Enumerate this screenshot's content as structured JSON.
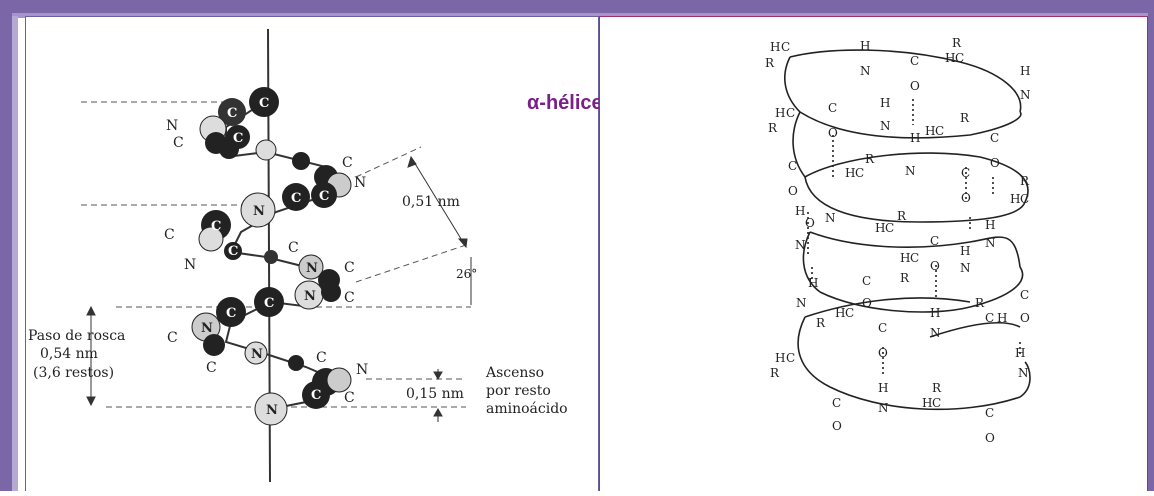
{
  "title": "α-hélice",
  "labels": {
    "dist1": "0,51  nm",
    "angle": "26°",
    "paso_line1": "Paso de rosca",
    "paso_line2": "0,54  nm",
    "paso_line3": "(3,6  restos)",
    "rise": "0,15 nm",
    "ascenso_line1": "Ascenso",
    "ascenso_line2": "por resto",
    "ascenso_line3": "aminoácido"
  },
  "atoms": {
    "carbon": "C",
    "nitrogen": "N",
    "oxygen": "O",
    "hydrogen": "H",
    "r_group": "R"
  },
  "colors": {
    "frame": "#7b67a8",
    "title": "#7a2088",
    "right_border": "#a0306e"
  }
}
